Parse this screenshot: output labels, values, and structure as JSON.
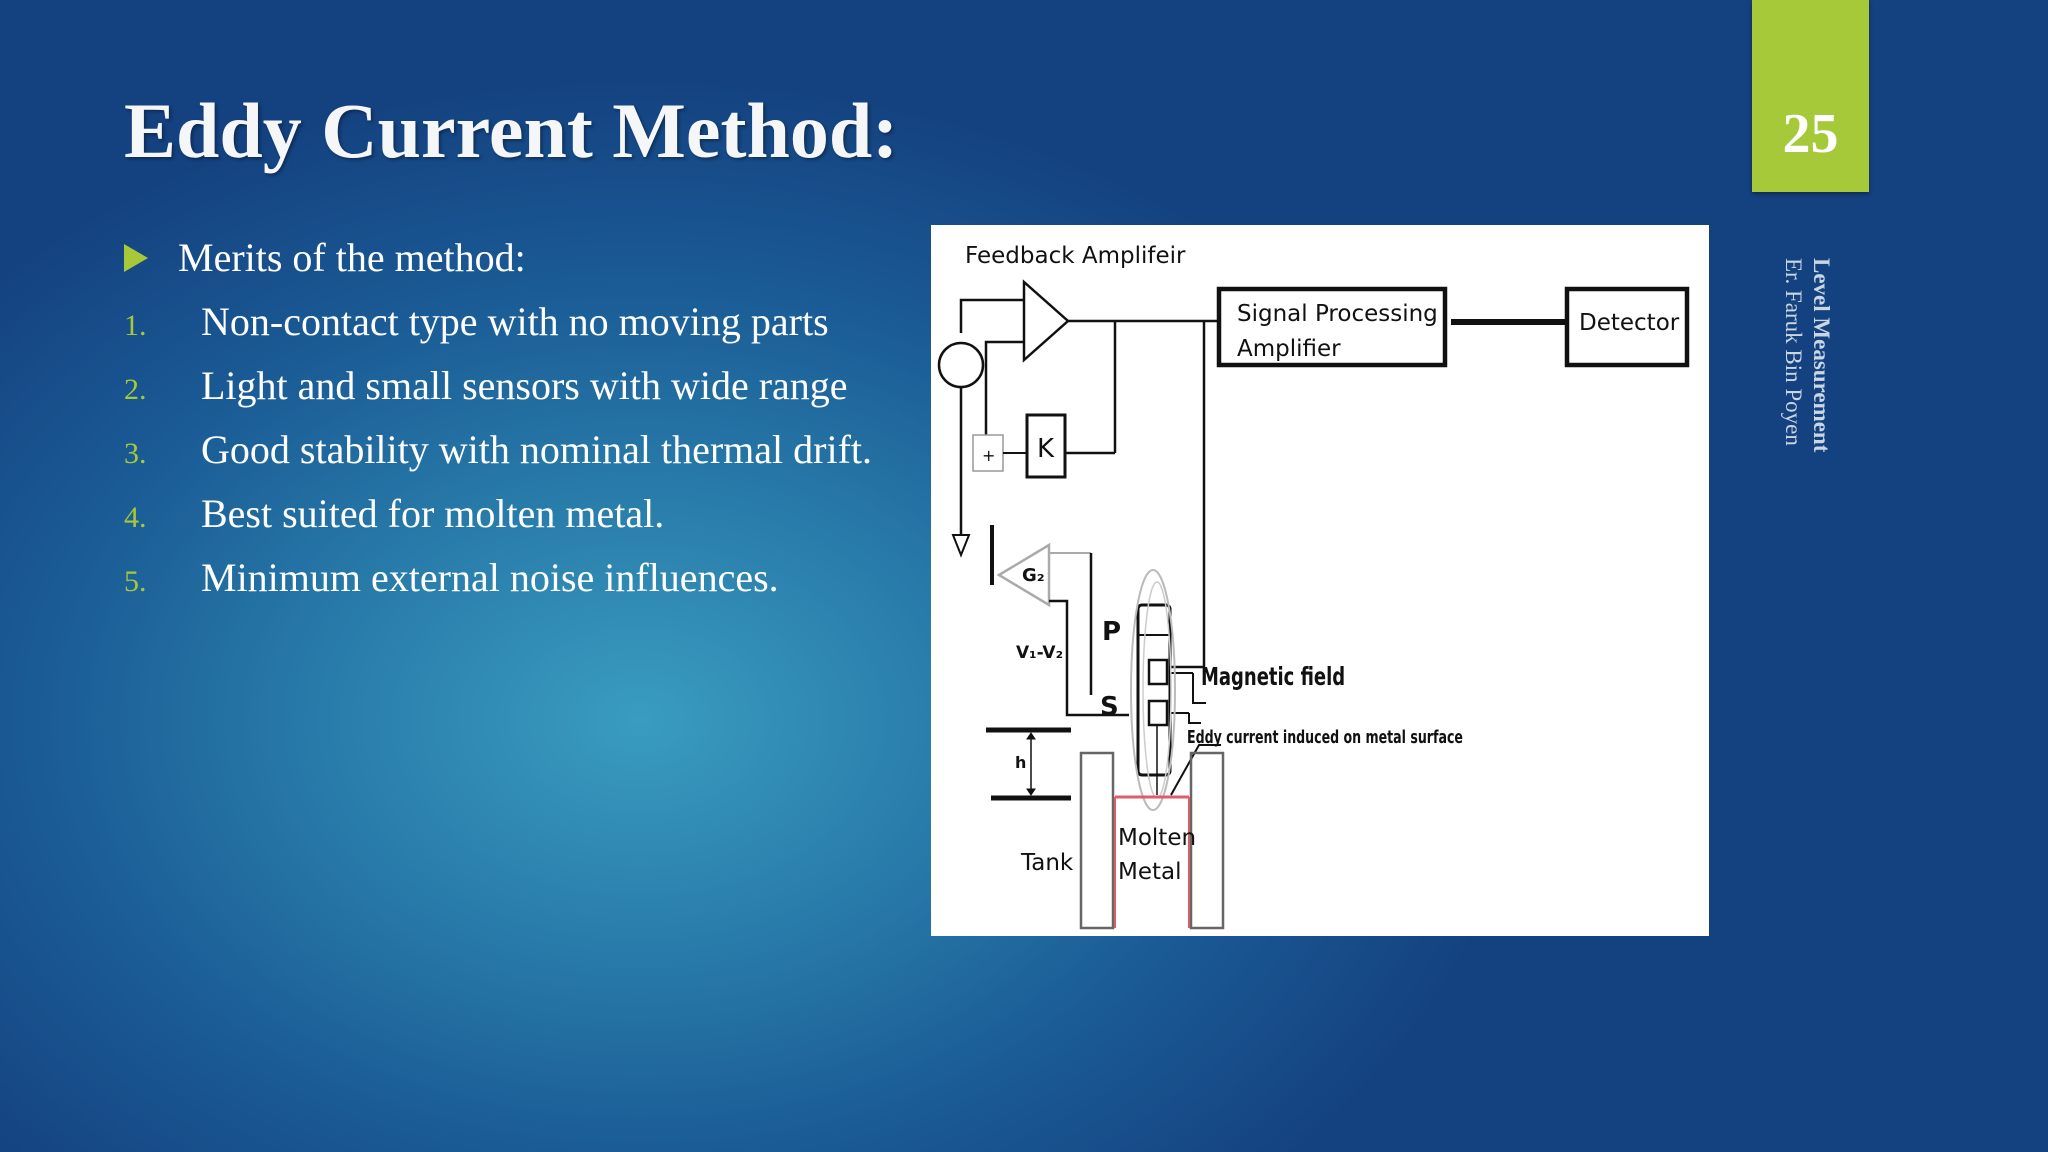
{
  "slide": {
    "title": "Eddy Current Method:",
    "page_number": "25",
    "side_title": "Level Measurement",
    "side_author": "Er. Faruk Bin Poyen"
  },
  "content": {
    "lead": "Merits of the method:",
    "items": [
      {
        "num": "1.",
        "text": "Non-contact type with no moving parts"
      },
      {
        "num": "2.",
        "text": "Light and small sensors with wide range"
      },
      {
        "num": "3.",
        "text": "Good stability with nominal thermal drift."
      },
      {
        "num": "4.",
        "text": "Best suited for molten metal."
      },
      {
        "num": "5.",
        "text": "Minimum external noise influences."
      }
    ]
  },
  "diagram": {
    "feedback_amplifier": "Feedback Amplifeir",
    "signal_processing_line1": "Signal Processing",
    "signal_processing_line2": "Amplifier",
    "detector": "Detector",
    "k_label": "K",
    "plus_label": "+",
    "g2_label": "G₂",
    "v1v2_label": "V₁-V₂",
    "p_label": "P",
    "s_label": "S",
    "magnetic_field": "Magnetic field",
    "eddy_current": "Eddy current induced on metal surface",
    "h_label": "h",
    "tank": "Tank",
    "molten_line1": "Molten",
    "molten_line2": "Metal"
  },
  "colors": {
    "accent": "#a6c93a",
    "title_text": "#f4f6f8",
    "molten_metal": "#e05c6a"
  }
}
